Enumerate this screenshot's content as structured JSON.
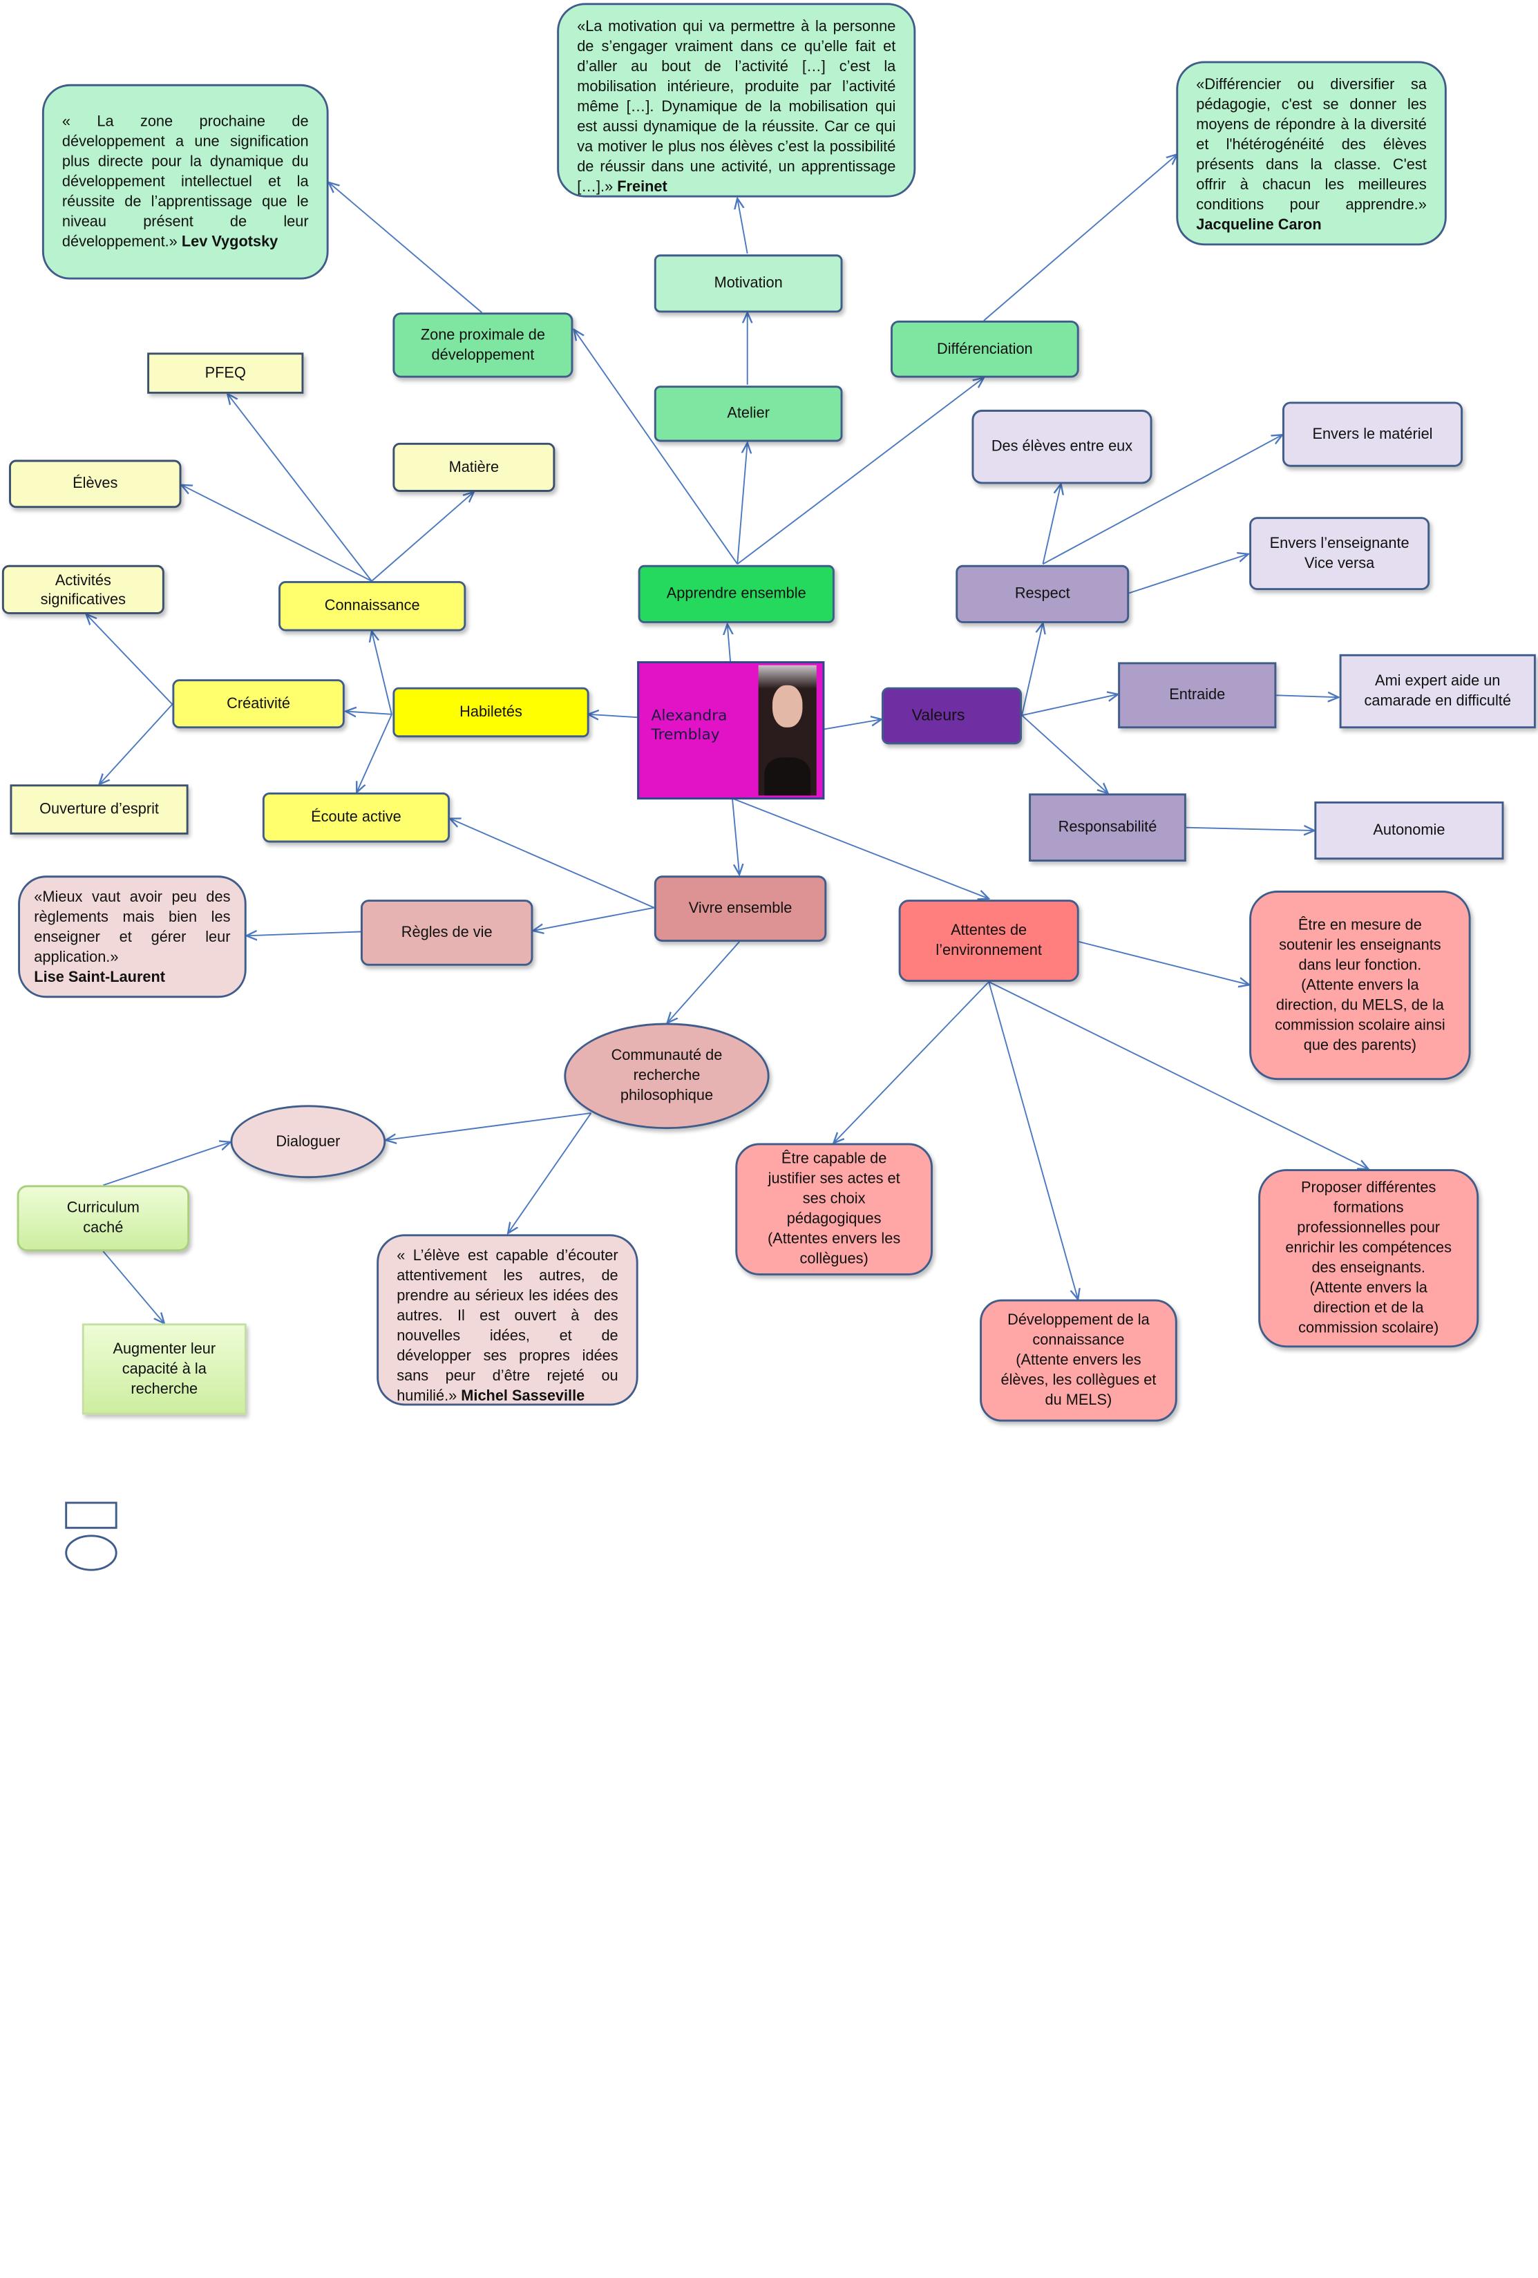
{
  "center": {
    "name": "Alexandra\nTremblay",
    "photo": "portrait-photo"
  },
  "nodes": {
    "motivation": "Motivation",
    "atelier": "Atelier",
    "zpd": "Zone proximale de\ndéveloppement",
    "differenciation": "Différenciation",
    "apprendre": "Apprendre ensemble",
    "pfeq": "PFEQ",
    "eleves": "Élèves",
    "matiere": "Matière",
    "activites": "Activités\nsignificatives",
    "connaissance": "Connaissance",
    "creativite": "Créativité",
    "habiletes": "Habiletés",
    "ouverture": "Ouverture d’esprit",
    "ecoute": "Écoute active",
    "des_eleves": "Des élèves entre eux",
    "envers_materiel": "Envers le matériel",
    "envers_enseignante": "Envers l’enseignante\nVice versa",
    "respect": "Respect",
    "valeurs": "Valeurs",
    "entraide": "Entraide",
    "ami_expert": "Ami expert aide un\ncamarade en difficulté",
    "responsabilite": "Responsabilité",
    "autonomie": "Autonomie",
    "vivre": "Vivre ensemble",
    "regles": "Règles de vie",
    "attentes": "Attentes de\nl’environnement",
    "communaute": "Communauté de\nrecherche\nphilosophique",
    "dialoguer": "Dialoguer",
    "curriculum": "Curriculum\ncaché",
    "augmenter": "Augmenter leur\ncapacité à la\nrecherche",
    "etre_soutenir": "Être en mesure de\nsoutenir les  enseignants\ndans leur fonction.\n(Attente envers  la\ndirection, du MELS, de la\ncommission scolaire ainsi\nque des parents)",
    "etre_justifier": "Être capable de\njustifier ses actes et\nses choix\npédagogiques\n(Attentes envers  les\ncollègues)",
    "developpement": "Développement de la\nconnaissance\n(Attente envers les\nélèves, les collègues  et\ndu MELS)",
    "proposer": "Proposer différentes\nformations\nprofessionnelles pour\nenrichir les compétences\ndes enseignants.\n(Attente envers la\ndirection et de la\ncommission scolaire)"
  },
  "quotes": {
    "freinet": {
      "text": "«La motivation qui va permettre à la personne de s’engager vraiment dans ce qu’elle fait et d’aller au bout de l’activité […] c’est la mobilisation intérieure, produite par l’activité même […]. Dynamique de la mobilisation qui est aussi dynamique de la réussite. Car ce qui va motiver le plus nos élèves c’est la possibilité de réussir dans une activité, un apprentissage […].»",
      "author": "Freinet"
    },
    "vygotsky": {
      "text": "« La zone prochaine de développement a une signification plus directe pour la dynamique du développement intellectuel et la réussite de l’apprentissage que le niveau présent de leur développement.»",
      "author": "Lev Vygotsky"
    },
    "caron": {
      "text": "«Différencier ou diversifier sa pédagogie, c'est se donner les moyens de répondre à la diversité et l'hétérogénéité des élèves présents dans la classe. C'est offrir à chacun les meilleures conditions pour apprendre.»",
      "author": "Jacqueline Caron"
    },
    "saint_laurent": {
      "text": "«Mieux vaut avoir peu des règlements mais bien les enseigner et gérer leur application.»",
      "author": "Lise Saint-Laurent"
    },
    "sasseville": {
      "text": "« L’élève est capable d’écouter attentivement les autres, de prendre au sérieux les idées des autres. Il est ouvert à des nouvelles idées, et de développer ses propres idées sans peur d’être rejeté ou humilié.»",
      "author": "Michel Sasseville"
    }
  },
  "colors": {
    "connector": "#4a78c0",
    "center": "#e212c6",
    "valeurs": "#6f2ea1"
  }
}
